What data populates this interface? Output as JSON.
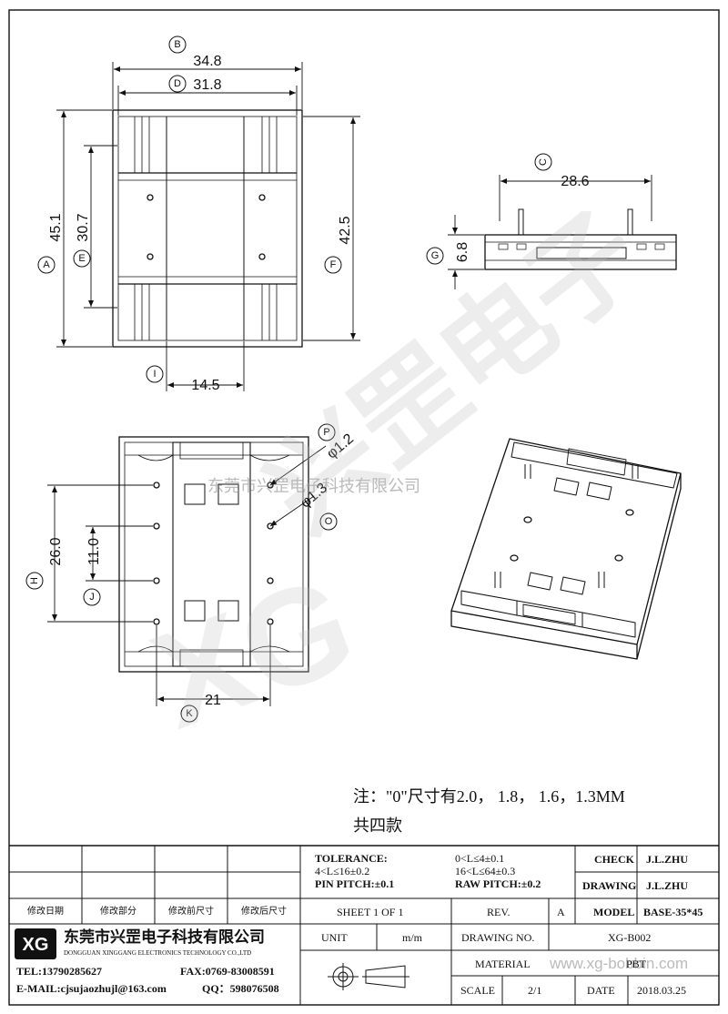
{
  "drawing": {
    "dimensions": {
      "b": "34.8",
      "d": "31.8",
      "a": "45.1",
      "e": "30.7",
      "f": "42.5",
      "i": "14.5",
      "c": "28.6",
      "g": "6.8",
      "p": "φ1.2",
      "o": "φ1.3",
      "h": "26.0",
      "j": "11.0",
      "k": "21"
    },
    "balloons": {
      "a": "A",
      "b": "B",
      "c": "C",
      "d": "D",
      "e": "E",
      "f": "F",
      "g": "G",
      "h": "H",
      "i": "I",
      "j": "J",
      "k": "K",
      "o": "O",
      "p": "P"
    }
  },
  "watermark": {
    "overlay": "东莞市兴罡电子科技有限公司",
    "big": "兴罡电子",
    "brand": "XG",
    "site": "www.xg-bobbin.com"
  },
  "note": {
    "line1": "注：\"0\"尺寸有2.0，  1.8，  1.6，1.3MM",
    "line2": "共四款"
  },
  "title_block": {
    "revision_headers": [
      "修改日期",
      "修改部分",
      "修改前尺寸",
      "修改后尺寸"
    ],
    "company_cn": "东莞市兴罡电子科技有限公司",
    "company_en": "DONGGUAN XINGGANG ELECTRONICS TECHNOLOGY CO.,LTD",
    "logo": "XG",
    "tel": "TEL:13790285627",
    "fax": "FAX:0769-83008591",
    "email": "E-MAIL:cjsujaozhujl@163.com",
    "qq": "QQ：598076508",
    "tolerance_label": "TOLERANCE:",
    "tol_1": "0<L≤4±0.1",
    "tol_2": "4<L≤16±0.2",
    "tol_3": "16<L≤64±0.3",
    "pin_pitch": "PIN PITCH:±0.1",
    "raw_pitch": "RAW PITCH:±0.2",
    "check_label": "CHECK",
    "check_value": "J.L.ZHU",
    "drawing_label": "DRAWING",
    "drawing_value": "J.L.ZHU",
    "sheet": "SHEET 1 OF 1",
    "rev_label": "REV.",
    "rev_value": "A",
    "model_label": "MODEL",
    "model_value": "BASE-35*45",
    "unit_label": "UNIT",
    "unit_value": "m/m",
    "drawing_no_label": "DRAWING NO.",
    "drawing_no_value": "XG-B002",
    "material_label": "MATERIAL",
    "material_value": "PBT",
    "scale_label": "SCALE",
    "scale_value": "2/1",
    "date_label": "DATE",
    "date_value": "2018.03.25"
  }
}
